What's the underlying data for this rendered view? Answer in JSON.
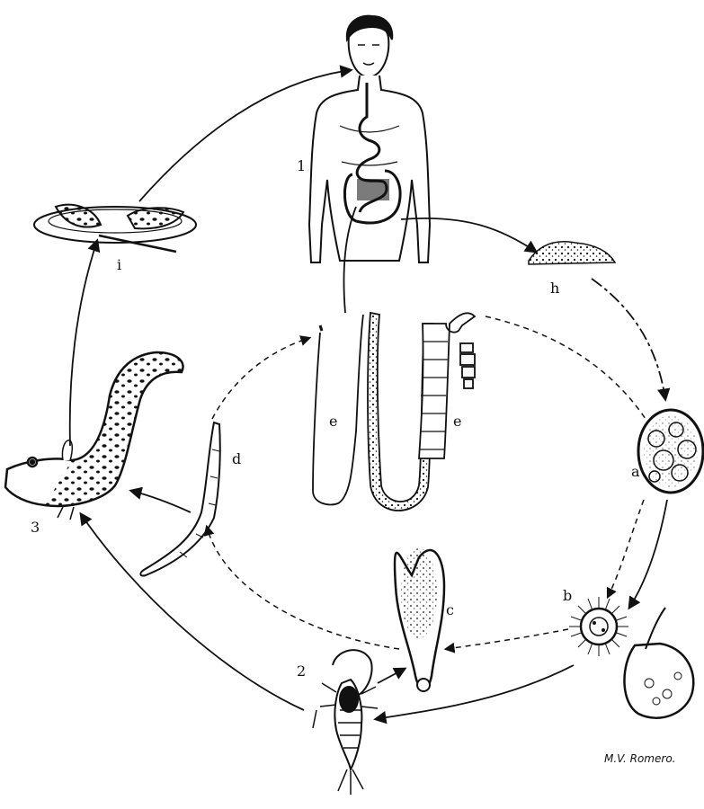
{
  "colors": {
    "ink": "#111111",
    "paper": "#ffffff"
  },
  "labels": {
    "host_definitive": "1",
    "host_first_intermediate": "2",
    "host_second_intermediate": "3",
    "egg": "a",
    "coracidium": "b",
    "procercoid": "c",
    "plerocercoid": "d",
    "adult_worm_left": "e",
    "adult_worm_right": "e",
    "feces": "h",
    "raw_fish_dish": "i"
  },
  "signature": "M.V. Romero."
}
